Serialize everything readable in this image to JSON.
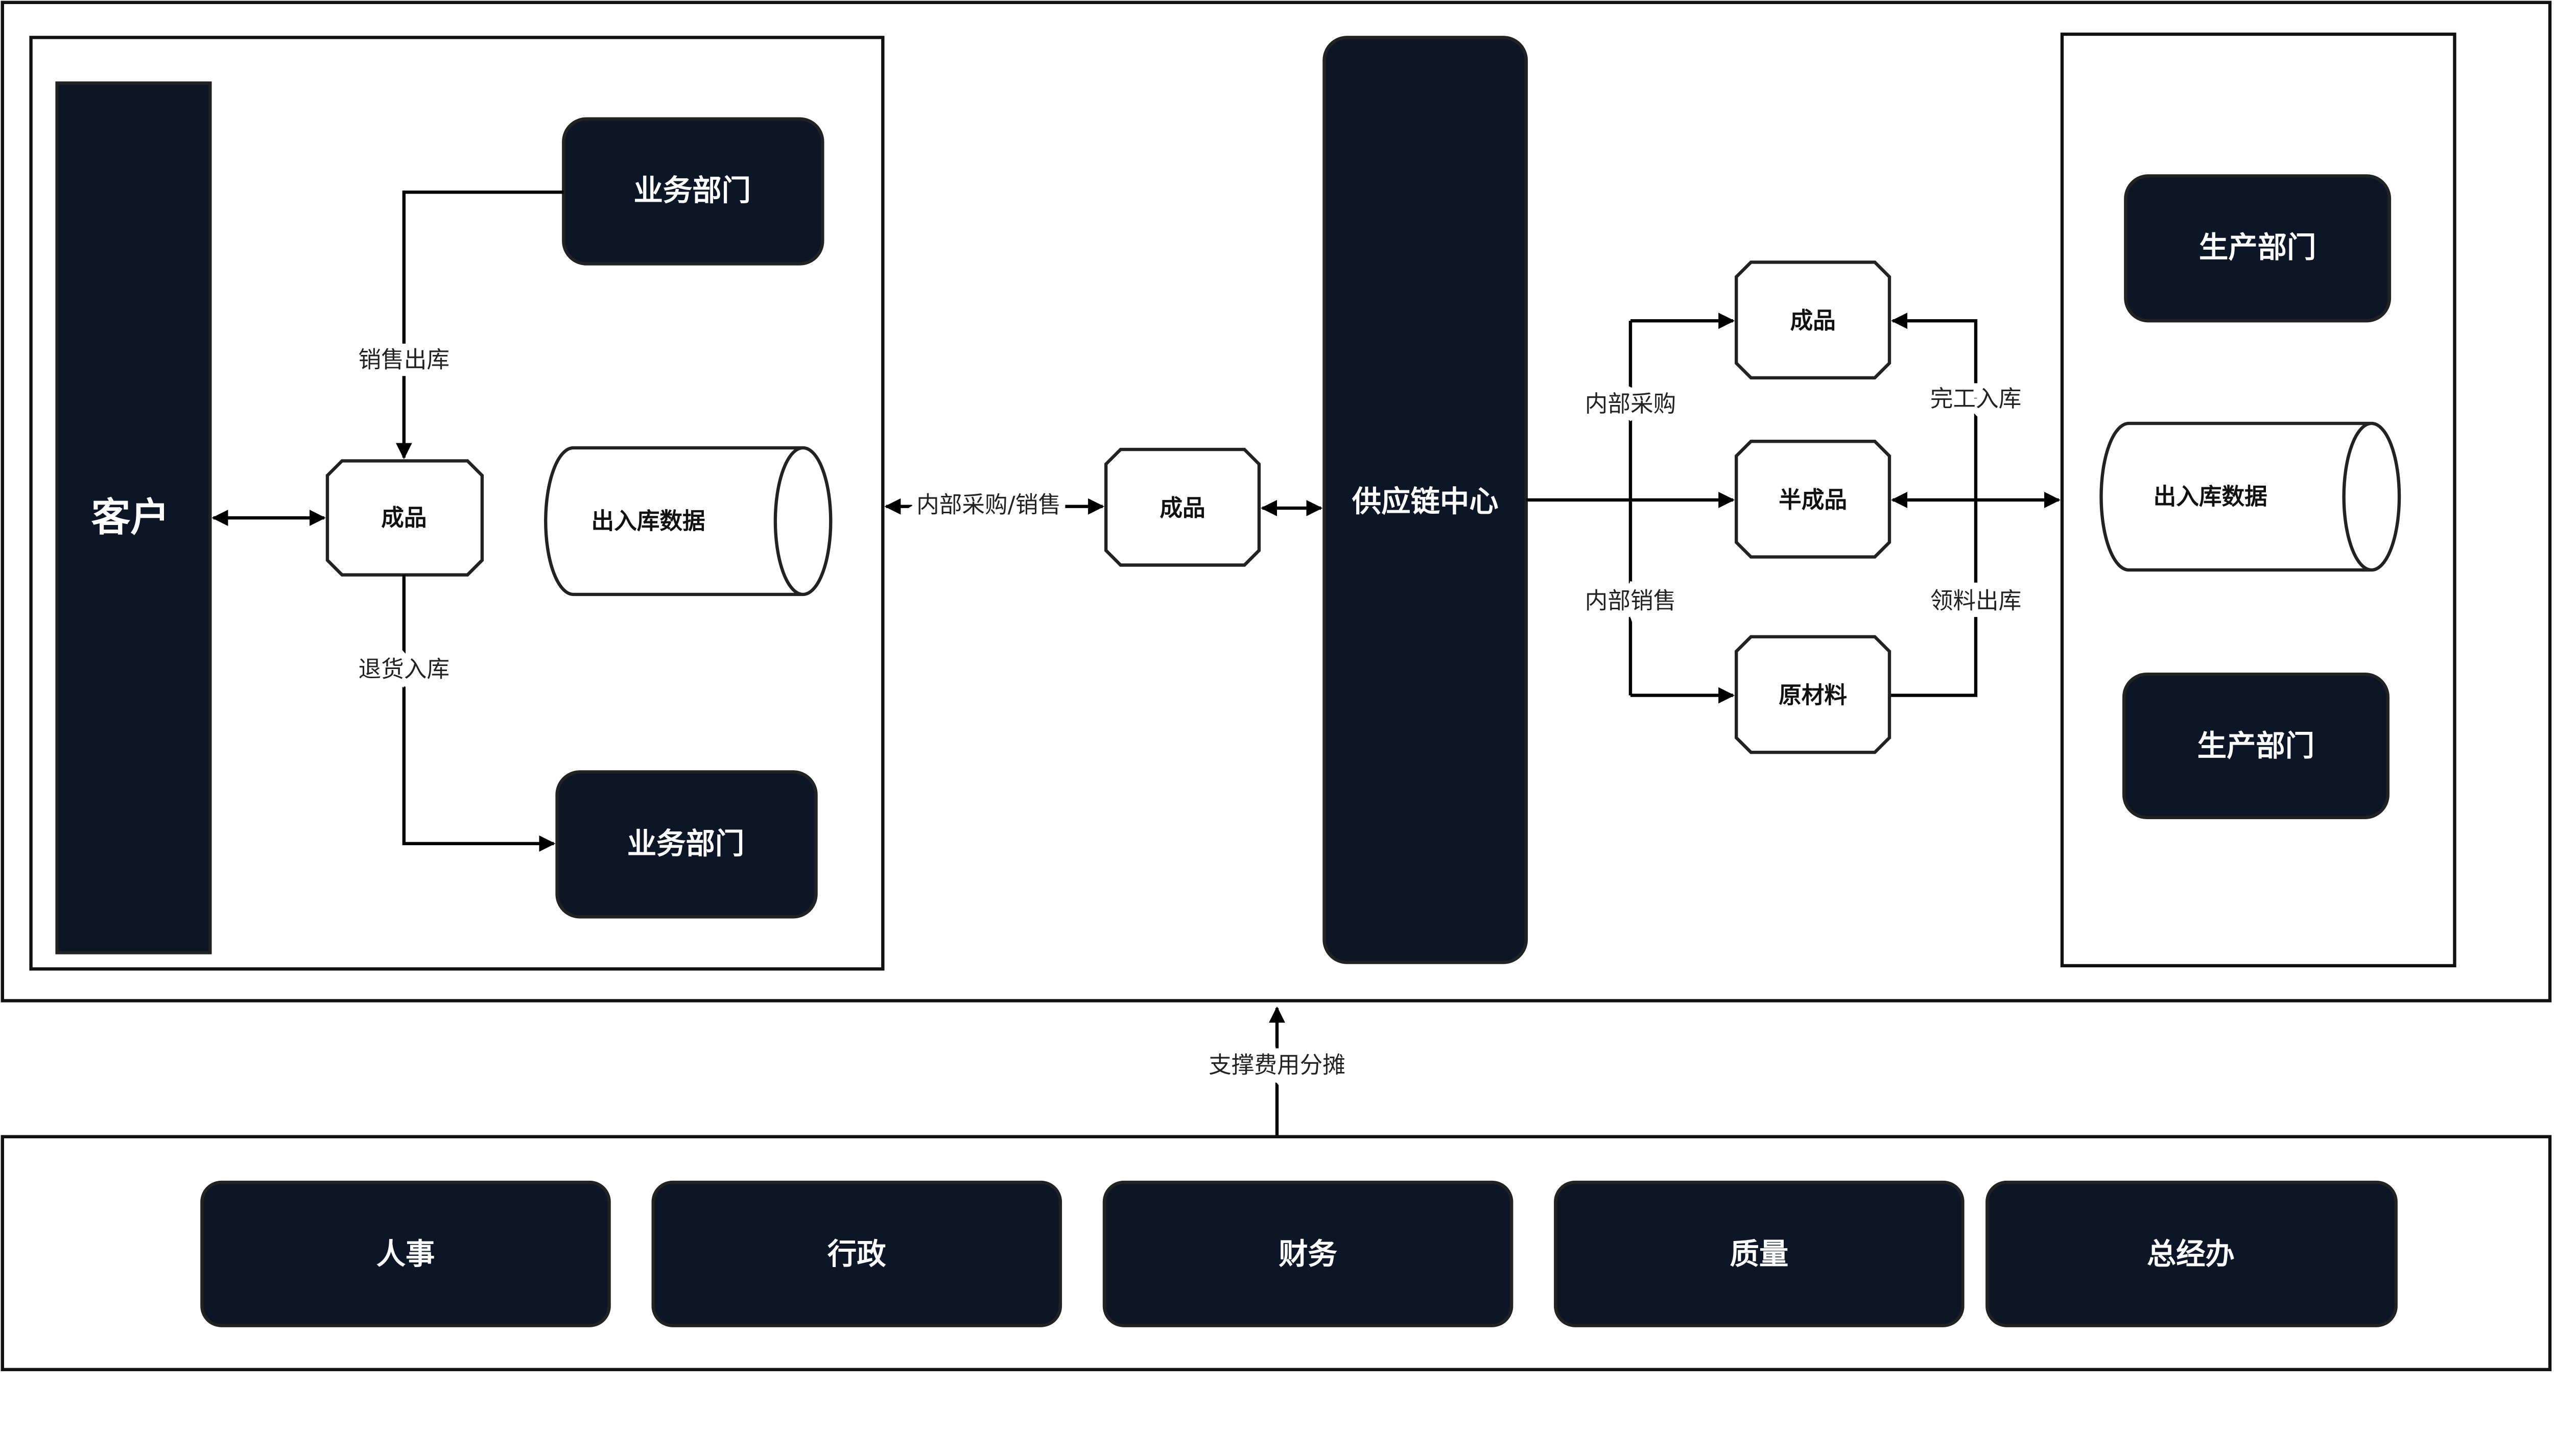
{
  "colors": {
    "node_fill": "#0c1626",
    "node_text": "#ffffff",
    "line": "#000000"
  },
  "left": {
    "customer": "客户",
    "business_top": "业务部门",
    "business_bottom": "业务部门",
    "product": "成品",
    "db": "出入库数据",
    "sales_out": "销售出库",
    "return_in": "退货入库"
  },
  "middle": {
    "internal_label": "内部采购/销售",
    "product": "成品",
    "supply_chain": "供应链中心"
  },
  "stock": {
    "product": "成品",
    "semi": "半成品",
    "raw": "原材料",
    "internal_purchase": "内部采购",
    "internal_sales": "内部销售",
    "finish_in": "完工入库",
    "pick_out": "领料出库"
  },
  "right": {
    "prod_top": "生产部门",
    "prod_bottom": "生产部门",
    "db": "出入库数据"
  },
  "support": {
    "label": "支撑费用分摊",
    "departments": [
      "人事",
      "行政",
      "财务",
      "质量",
      "总经办"
    ]
  }
}
